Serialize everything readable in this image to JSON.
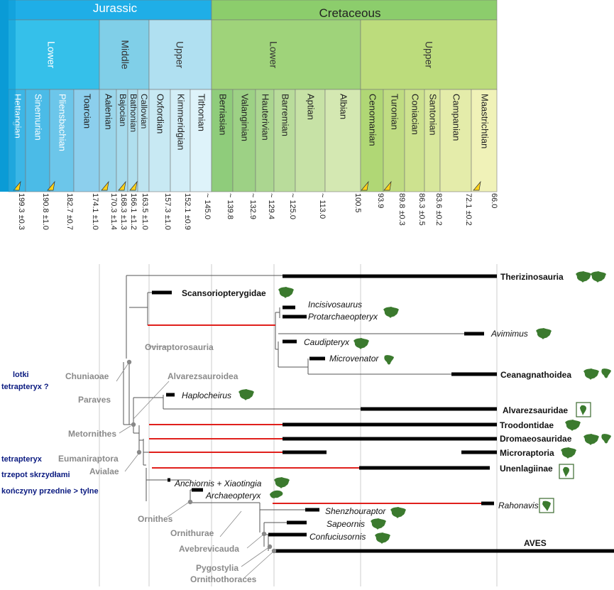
{
  "timescale": {
    "periods": [
      {
        "name": "Jurassic",
        "color": "#1faee7"
      },
      {
        "name": "Cretaceous",
        "color": "#8ccd6c"
      }
    ],
    "epochs": [
      {
        "name": "Lower",
        "color": "#35c0ea"
      },
      {
        "name": "Middle",
        "color": "#80cfe8"
      },
      {
        "name": "Upper",
        "color": "#b0e0f1"
      },
      {
        "name": "Lower",
        "color": "#9fd37a"
      },
      {
        "name": "Upper",
        "color": "#bcdc7c"
      }
    ],
    "stages": [
      {
        "name": "Hettangian",
        "color": "#3cb6e6"
      },
      {
        "name": "Sinemurian",
        "color": "#4bbbe7"
      },
      {
        "name": "Pliensbachian",
        "color": "#6cc6ea"
      },
      {
        "name": "Toarcian",
        "color": "#8ccfed"
      },
      {
        "name": "Aalenian",
        "color": "#9ad6eb"
      },
      {
        "name": "Bajocian",
        "color": "#a6dbed"
      },
      {
        "name": "Bathonian",
        "color": "#b0dfee"
      },
      {
        "name": "Callovian",
        "color": "#bde4f0"
      },
      {
        "name": "Oxfordian",
        "color": "#c8e9f3"
      },
      {
        "name": "Kimmeridgian",
        "color": "#d3eef7"
      },
      {
        "name": "Tithonian",
        "color": "#def3fa"
      },
      {
        "name": "Berriasian",
        "color": "#8fcc7b"
      },
      {
        "name": "Valanginian",
        "color": "#9dd185"
      },
      {
        "name": "Hauterivian",
        "color": "#abd690"
      },
      {
        "name": "Barremian",
        "color": "#b9dc9b"
      },
      {
        "name": "Aptian",
        "color": "#c7e2a6"
      },
      {
        "name": "Albian",
        "color": "#d4e8b2"
      },
      {
        "name": "Cenomanian",
        "color": "#b0d775"
      },
      {
        "name": "Turonian",
        "color": "#bfdc82"
      },
      {
        "name": "Coniacian",
        "color": "#cde28f"
      },
      {
        "name": "Santonian",
        "color": "#d8e79c"
      },
      {
        "name": "Campanian",
        "color": "#e4ecaa"
      },
      {
        "name": "Maastrichtian",
        "color": "#f0f2b8"
      }
    ],
    "ages": [
      "199.3 ±0.3",
      "190.8 ±1.0",
      "182.7 ±0.7",
      "174.1 ±1.0",
      "170.3 ±1.4",
      "168.3 ±1.3",
      "166.1 ±1.2",
      "163.5 ±1.0",
      "157.3 ±1.0",
      "152.1 ±0.9",
      "~ 145.0",
      "~ 139.8",
      "~ 132.9",
      "~ 129.4",
      "~ 125.0",
      "~ 113.0",
      "100.5",
      "93.9",
      "89.8 ±0.3",
      "86.3 ±0.5",
      "83.6 ±0.2",
      "72.1 ±0.2",
      "66.0"
    ]
  },
  "taxa": [
    {
      "name": "Therizinosauria",
      "style": "bold",
      "fossils": [
        "asia",
        "asia"
      ]
    },
    {
      "name": "Scansoriopterygidae",
      "style": "bold",
      "fossils": [
        "asia"
      ]
    },
    {
      "name": "Incisivosaurus",
      "style": "italic",
      "fossils": []
    },
    {
      "name": "Protarchaeopteryx",
      "style": "italic",
      "fossils": [
        "asia"
      ]
    },
    {
      "name": "Avimimus",
      "style": "italic",
      "fossils": [
        "asia"
      ]
    },
    {
      "name": "Caudipteryx",
      "style": "italic",
      "fossils": [
        "asia"
      ]
    },
    {
      "name": "Microvenator",
      "style": "italic",
      "fossils": [
        "north-america"
      ]
    },
    {
      "name": "Ceanagnathoidea",
      "style": "bold",
      "fossils": [
        "asia",
        "north-america"
      ]
    },
    {
      "name": "Haplocheirus",
      "style": "italic",
      "fossils": [
        "asia"
      ]
    },
    {
      "name": "Alvarezsauridae",
      "style": "bold",
      "fossils": [
        "south-america"
      ]
    },
    {
      "name": "Troodontidae",
      "style": "bold",
      "fossils": [
        "asia"
      ]
    },
    {
      "name": "Dromaeosauridae",
      "style": "bold",
      "fossils": [
        "asia",
        "north-america"
      ]
    },
    {
      "name": "Microraptoria",
      "style": "bold",
      "fossils": [
        "asia"
      ]
    },
    {
      "name": "Unenlagiinae",
      "style": "bold",
      "fossils": [
        "south-america"
      ]
    },
    {
      "name": "Anchiornis + Xiaotingia",
      "style": "italic",
      "fossils": [
        "asia"
      ]
    },
    {
      "name": "Archaeopteryx",
      "style": "italic",
      "fossils": [
        "europe"
      ]
    },
    {
      "name": "Rahonavis",
      "style": "italic",
      "fossils": [
        "africa"
      ]
    },
    {
      "name": "Shenzhouraptor",
      "style": "italic",
      "fossils": [
        "asia"
      ]
    },
    {
      "name": "Sapeornis",
      "style": "italic",
      "fossils": [
        "asia"
      ]
    },
    {
      "name": "Confuciusornis",
      "style": "italic",
      "fossils": [
        "asia"
      ]
    },
    {
      "name": "AVES",
      "style": "bold",
      "fossils": []
    }
  ],
  "clades": [
    "Oviraptorosauria",
    "Alvarezsauroidea",
    "Chuniaoae",
    "Paraves",
    "Metornithes",
    "Eumaniraptora",
    "Avialae",
    "Ornithes",
    "Ornithurae",
    "Avebrevicauda",
    "Pygostylia",
    "Ornithothoraces"
  ],
  "notes": [
    "lotki",
    "tetrapteryx ?",
    "tetrapteryx",
    "trzepot skrzydłami",
    "kończyny przednie > tylne"
  ],
  "colors": {
    "range_bar": "#000000",
    "ghost_lineage": "#e0201c",
    "clade_label": "#8a8a8a",
    "note_text": "#0a1a80",
    "fossil_icon": "#3b7a2e",
    "fossil_box": "#3b6a2e",
    "grid_line": "#cccccc",
    "tree_line": "#555555",
    "marker": "#ffd21a"
  }
}
